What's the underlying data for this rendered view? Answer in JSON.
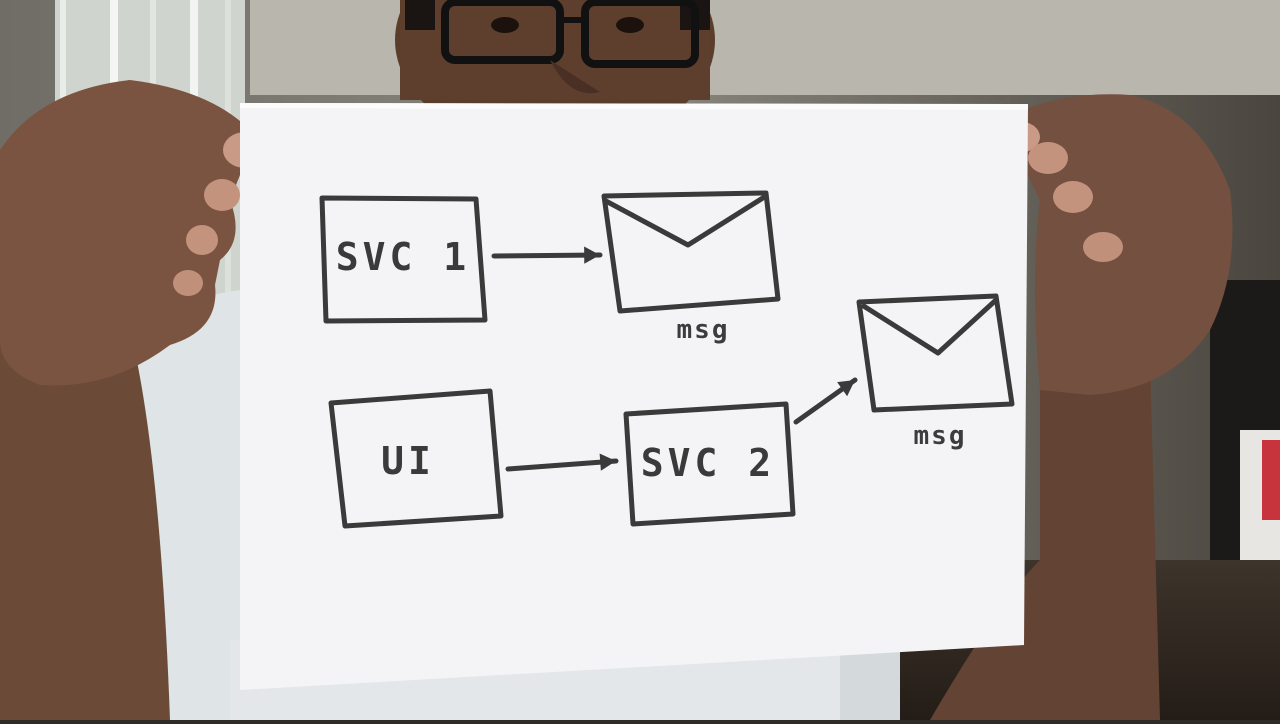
{
  "diagram": {
    "nodes": [
      {
        "id": "svc1",
        "kind": "box",
        "label": "SVC 1"
      },
      {
        "id": "msg1",
        "kind": "envelope",
        "label": "msg"
      },
      {
        "id": "ui",
        "kind": "box",
        "label": "UI"
      },
      {
        "id": "svc2",
        "kind": "box",
        "label": "SVC 2"
      },
      {
        "id": "msg2",
        "kind": "envelope",
        "label": "msg"
      }
    ],
    "edges": [
      {
        "from": "svc1",
        "to": "msg1"
      },
      {
        "from": "ui",
        "to": "svc2"
      },
      {
        "from": "svc2",
        "to": "msg2"
      }
    ]
  },
  "colors": {
    "ink": "#3a3a3a",
    "paper": "#f4f4f6",
    "skin": "#6b4a38",
    "shirt": "#dfe4e6"
  }
}
